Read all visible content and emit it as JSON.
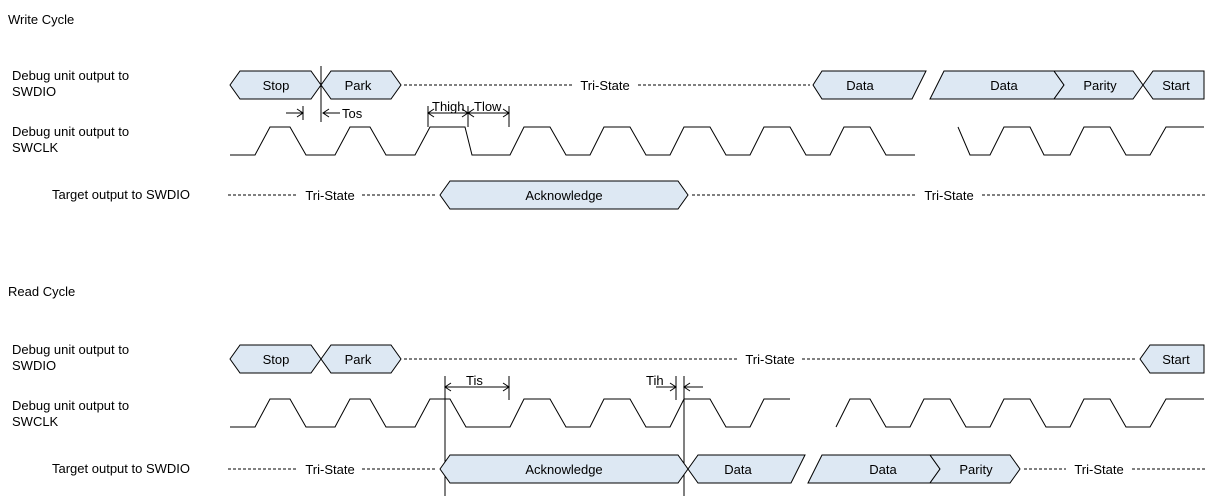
{
  "write_cycle": {
    "title": "Write Cycle",
    "signals": {
      "swdio_out": "Debug unit output to\nSWDIO",
      "swclk_out": "Debug unit output to\nSWCLK",
      "target_out": "Target output to SWDIO"
    },
    "swdio_segments": [
      "Stop",
      "Park",
      "Tri-State",
      "Data",
      "Data",
      "Parity",
      "Start"
    ],
    "timing_labels": [
      "Tos",
      "Thigh",
      "Tlow"
    ],
    "target_segments": [
      "Tri-State",
      "Acknowledge",
      "Tri-State"
    ]
  },
  "read_cycle": {
    "title": "Read Cycle",
    "signals": {
      "swdio_out": "Debug unit output to\nSWDIO",
      "swclk_out": "Debug unit output to\nSWCLK",
      "target_out": "Target output to SWDIO"
    },
    "swdio_segments": [
      "Stop",
      "Park",
      "Tri-State",
      "Start"
    ],
    "timing_labels": [
      "Tis",
      "Tih"
    ],
    "target_segments": [
      "Tri-State",
      "Acknowledge",
      "Data",
      "Data",
      "Parity",
      "Tri-State"
    ]
  }
}
